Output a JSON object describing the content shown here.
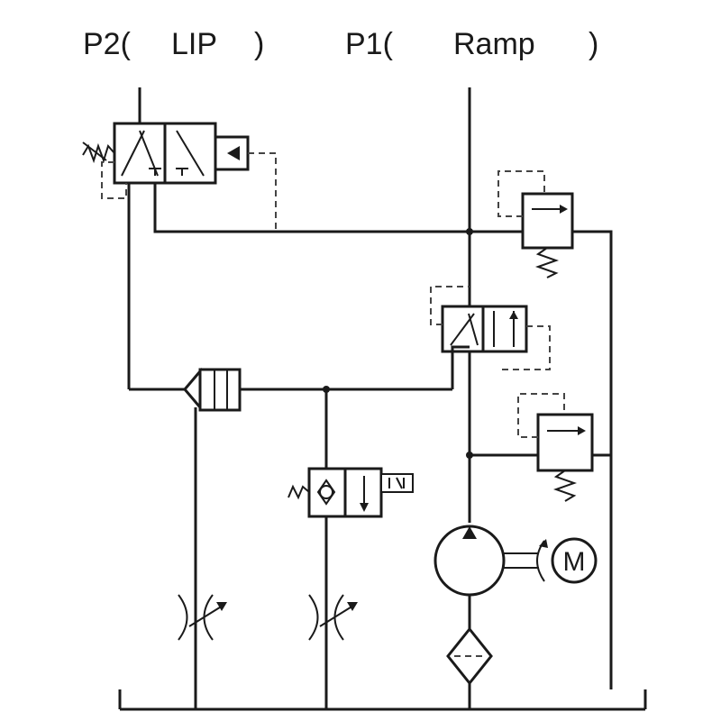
{
  "ports": {
    "p2": {
      "prefix": "P2(",
      "name": "LIP",
      "suffix": ")"
    },
    "p1": {
      "prefix": "P1(",
      "name": "Ramp",
      "suffix": ")"
    }
  },
  "motor": {
    "symbol": "M"
  },
  "colors": {
    "line": "#1a1a1a",
    "pilot": "#444444",
    "background": "#ffffff"
  }
}
